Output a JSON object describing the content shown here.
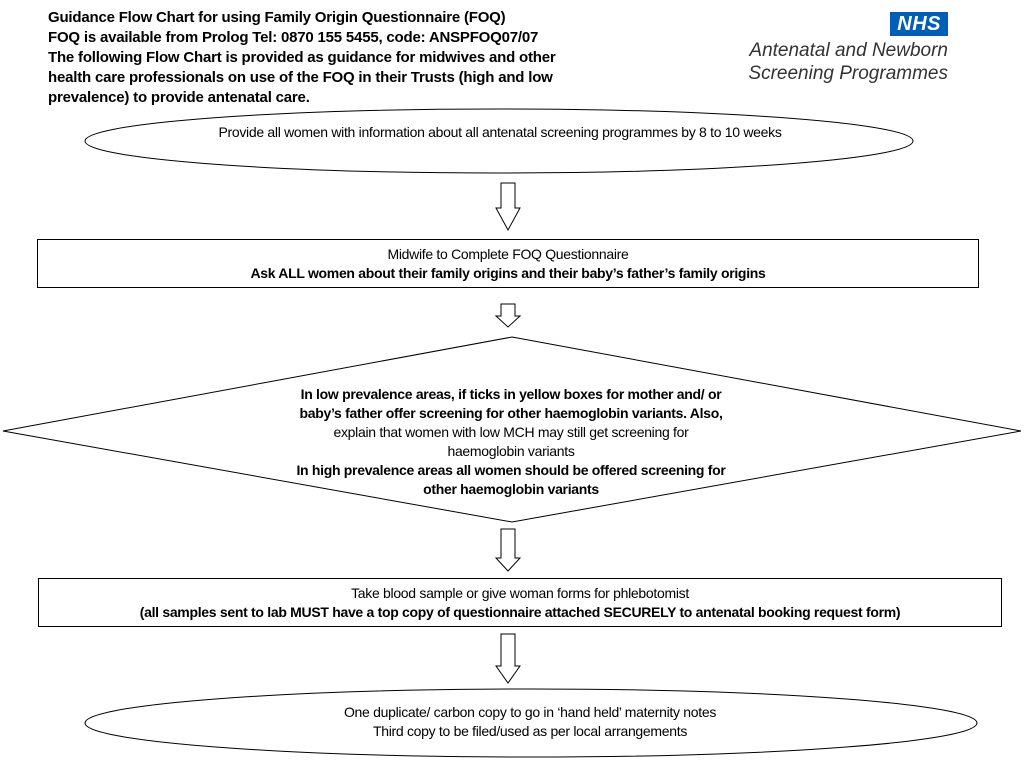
{
  "header": {
    "lines": [
      "Guidance Flow Chart for using Family Origin Questionnaire (FOQ)",
      "FOQ is available from Prolog Tel: 0870 155 5455, code: ANSPFOQ07/07",
      "The following Flow Chart is provided as guidance for midwives and other",
      "health care professionals on use of the FOQ in their Trusts (high and low",
      "prevalence) to provide antenatal care."
    ]
  },
  "logo": {
    "badge": "NHS",
    "line1": "Antenatal and Newborn",
    "line2": "Screening Programmes",
    "badge_color": "#005EB8"
  },
  "flow": {
    "step1": {
      "text": "Provide all women with information about all antenatal screening programmes by 8 to 10 weeks"
    },
    "step2": {
      "line1": "Midwife to Complete FOQ Questionnaire",
      "line2": "Ask ALL women about their family origins and their baby’s father’s family origins"
    },
    "step3": {
      "line1": "In low prevalence areas, if ticks in yellow boxes for mother and/ or",
      "line2": "baby’s father offer screening for other haemoglobin variants.  Also,",
      "line3": "explain that women with low MCH may still get screening for",
      "line4": "haemoglobin variants",
      "line5": "In high prevalence areas all women should be offered screening for",
      "line6": "other haemoglobin variants"
    },
    "step4": {
      "line1": "Take blood sample or give woman forms for phlebotomist",
      "line2": "(all samples sent to lab MUST have a top copy of questionnaire attached SECURELY to antenatal booking request form)"
    },
    "step5": {
      "line1": "One duplicate/ carbon copy to go in ‘hand held’ maternity notes",
      "line2": "Third copy to be filed/used as per local arrangements"
    }
  }
}
